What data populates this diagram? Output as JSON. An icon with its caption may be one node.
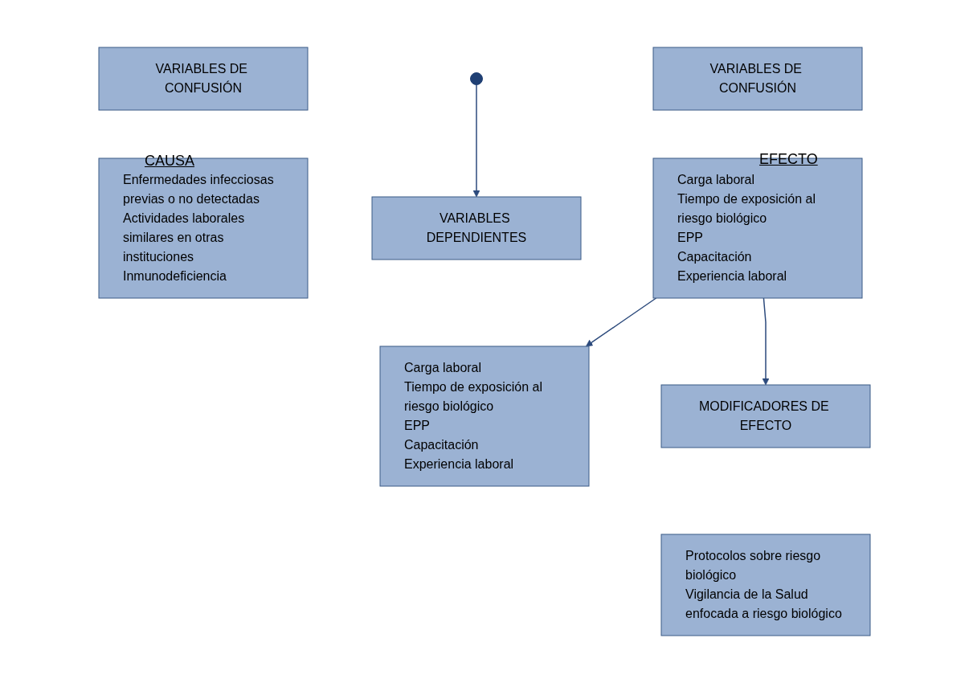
{
  "diagram": {
    "nodes": [
      {
        "text": [
          "VARIABLES DE CONFUSIÓN"
        ]
      },
      {
        "text": [
          "Enfermedades infecciosas previas o no detectadas",
          "Actividades laborales similares en otras instituciones",
          "Inmunodeficiencia"
        ]
      },
      {
        "text": [
          "VARIABLES DE CONFUSIÓN"
        ]
      },
      {
        "text": [
          "Carga laboral",
          "Tiempo de exposición al riesgo biológico",
          "EPP",
          "Capacitación",
          "Experiencia laboral"
        ]
      },
      {
        "text": [
          "VARIABLES DEPENDIENTES"
        ]
      },
      {
        "text": [
          "Carga laboral",
          "Tiempo de exposición al riesgo biológico",
          "EPP",
          "Capacitación",
          "Experiencia laboral"
        ]
      },
      {
        "text": [
          "MODIFICADORES DE EFECTO"
        ]
      },
      {
        "text": [
          "Protocolos sobre riesgo biológico",
          "Vigilancia de la Salud enfocada a riesgo biológico"
        ]
      },
      {
        "text": [],
        "shape": "circle"
      }
    ],
    "edges": [
      {
        "from": 8,
        "to": 4,
        "arrow": "to"
      },
      {
        "from": 3,
        "to": 5,
        "arrow": "to"
      },
      {
        "from": 3,
        "to": 6,
        "arrow": "to"
      }
    ],
    "labels": [
      "CAUSA",
      "EFECTO"
    ]
  }
}
